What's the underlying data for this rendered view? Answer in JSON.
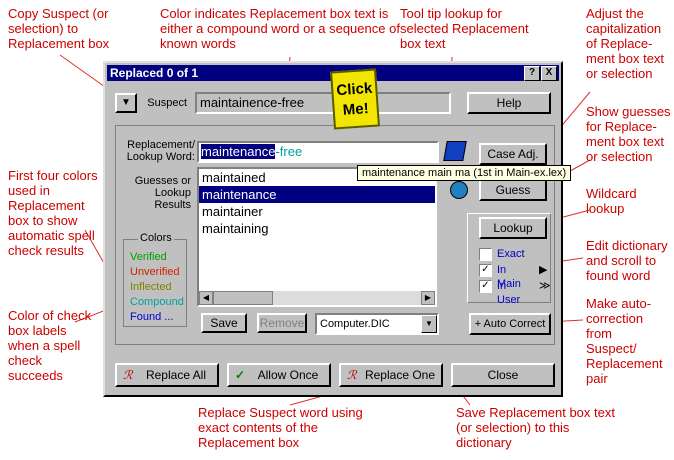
{
  "annotations": {
    "copy_suspect": "Copy Suspect (or selection) to Replacement box",
    "color_indicates": "Color indicates Replacement box text is either a compound word or a sequence of known words",
    "tooltip_lookup": "Tool tip lookup for selected Replacement box text",
    "adjust_cap": "Adjust the capitalization of Replace-ment box text or selection",
    "show_guesses": "Show guesses for Replace-ment box text or selection",
    "wildcard": "Wildcard lookup",
    "first_four": "First four colors used in Replacement box to show automatic spell check results",
    "color_checkbox": "Color of check box labels when a spell check succeeds",
    "edit_dict": "Edit dictionary and scroll to found word",
    "make_auto": "Make auto-correction from Suspect/ Replacement pair",
    "replace_suspect": "Replace Suspect word using exact contents of the Replacement box",
    "save_replacement": "Save Replacement box text (or selection) to this dictionary"
  },
  "dialog": {
    "title": "Replaced 0 of 1",
    "help_btn": "?",
    "close_btn": "X",
    "suspect_label": "Suspect",
    "suspect_value": "maintainence-free",
    "help_label": "Help",
    "replacement_label": "Replacement/ Lookup Word:",
    "replacement_selected": "maintenance",
    "replacement_rest": "-free",
    "case_adj": "Case Adj.",
    "guesses_label": "Guesses or Lookup Results",
    "guess_btn": "Guess",
    "lookup_btn": "Lookup",
    "tooltip": "maintenance  main  ma  (1st in Main-ex.lex)",
    "results": [
      "maintained",
      "maintenance",
      "maintainer",
      "maintaining"
    ],
    "selected_index": 1,
    "colors_title": "Colors",
    "colors": [
      {
        "label": "Verified",
        "color": "#00a000"
      },
      {
        "label": "Unverified",
        "color": "#d02000"
      },
      {
        "label": "Inflected",
        "color": "#808000"
      },
      {
        "label": "Compound",
        "color": "#00a0a0"
      },
      {
        "label": "Found ...",
        "color": "#0000d0"
      }
    ],
    "checks": [
      {
        "label": "Exact",
        "checked": false,
        "arrow": ""
      },
      {
        "label": "In Main",
        "checked": true,
        "arrow": "▶"
      },
      {
        "label": "In User",
        "checked": true,
        "arrow": "≫"
      }
    ],
    "save_btn": "Save",
    "remove_btn": "Remove",
    "dictionary": "Computer.DIC",
    "auto_correct": "+ Auto Correct",
    "replace_all": "Replace All",
    "allow_once": "Allow Once",
    "replace_one": "Replace One",
    "close_label": "Close",
    "click_me": "Click Me!"
  }
}
